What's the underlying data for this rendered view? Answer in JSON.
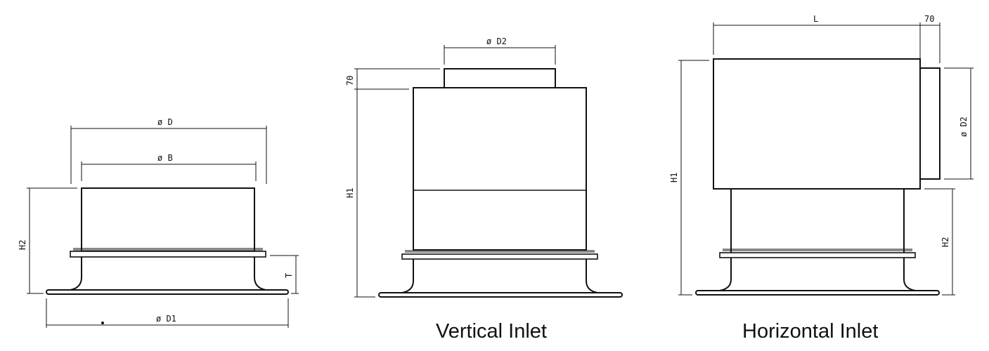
{
  "views": {
    "base": {
      "dim_d": "ø D",
      "dim_b": "ø B",
      "dim_d1": "ø D1",
      "dim_h2": "H2",
      "dim_t": "T"
    },
    "vertical": {
      "dim_d2": "ø D2",
      "dim_70": "70",
      "dim_h1": "H1",
      "caption": "Vertical Inlet"
    },
    "horizontal": {
      "dim_l": "L",
      "dim_70": "70",
      "dim_d2": "ø D2",
      "dim_h1": "H1",
      "dim_h2": "H2",
      "caption": "Horizontal Inlet"
    }
  },
  "colors": {
    "line": "#111111",
    "background": "#ffffff"
  }
}
